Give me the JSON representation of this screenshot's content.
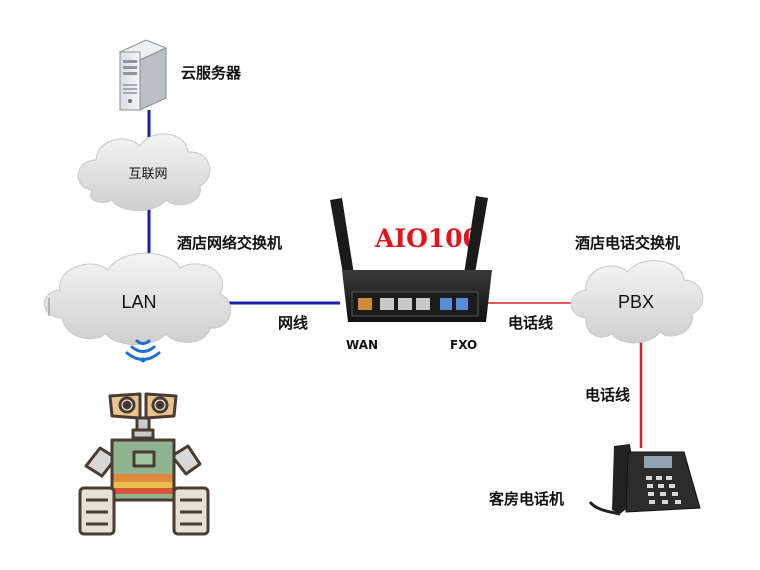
{
  "title": "AIO100",
  "labels": {
    "cloud_server": "云服务器",
    "internet": "互联网",
    "hotel_network_switch": "酒店网络交换机",
    "lan": "LAN",
    "hotel_phone_switch": "酒店电话交换机",
    "pbx": "PBX",
    "network_cable": "网线",
    "phone_line_1": "电话线",
    "phone_line_2": "电话线",
    "wan_port": "WAN",
    "fxo_port": "FXO",
    "guest_room_phone": "客房电话机"
  },
  "colors": {
    "network_link": "#1a1fb0",
    "phone_link": "#e02020",
    "title": "#e3141b"
  }
}
